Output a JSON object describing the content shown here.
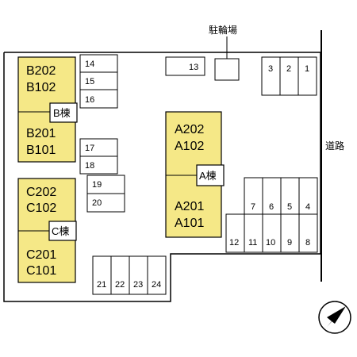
{
  "buildings": {
    "b": {
      "tag": "B棟",
      "units_upper": [
        "B202",
        "B102"
      ],
      "units_lower": [
        "B201",
        "B101"
      ]
    },
    "c": {
      "tag": "C棟",
      "units_upper": [
        "C202",
        "C102"
      ],
      "units_lower": [
        "C201",
        "C101"
      ]
    },
    "a": {
      "tag": "A棟",
      "units_upper": [
        "A202",
        "A102"
      ],
      "units_lower": [
        "A201",
        "A101"
      ]
    }
  },
  "labels": {
    "bike_parking": "駐輪場",
    "road": "道路"
  },
  "parking": {
    "left_column": [
      "14",
      "15",
      "16",
      "17",
      "18",
      "19",
      "20"
    ],
    "top_middle": [
      "13"
    ],
    "top_right": [
      "3",
      "2",
      "1"
    ],
    "right_upper": [
      "7",
      "6",
      "5",
      "4"
    ],
    "right_lower": [
      "12",
      "11",
      "10",
      "9",
      "8"
    ],
    "bottom": [
      "21",
      "22",
      "23",
      "24"
    ]
  },
  "colors": {
    "building_fill": "#f5e887",
    "outline": "#000000"
  },
  "compass_icon": "north-arrow-icon"
}
